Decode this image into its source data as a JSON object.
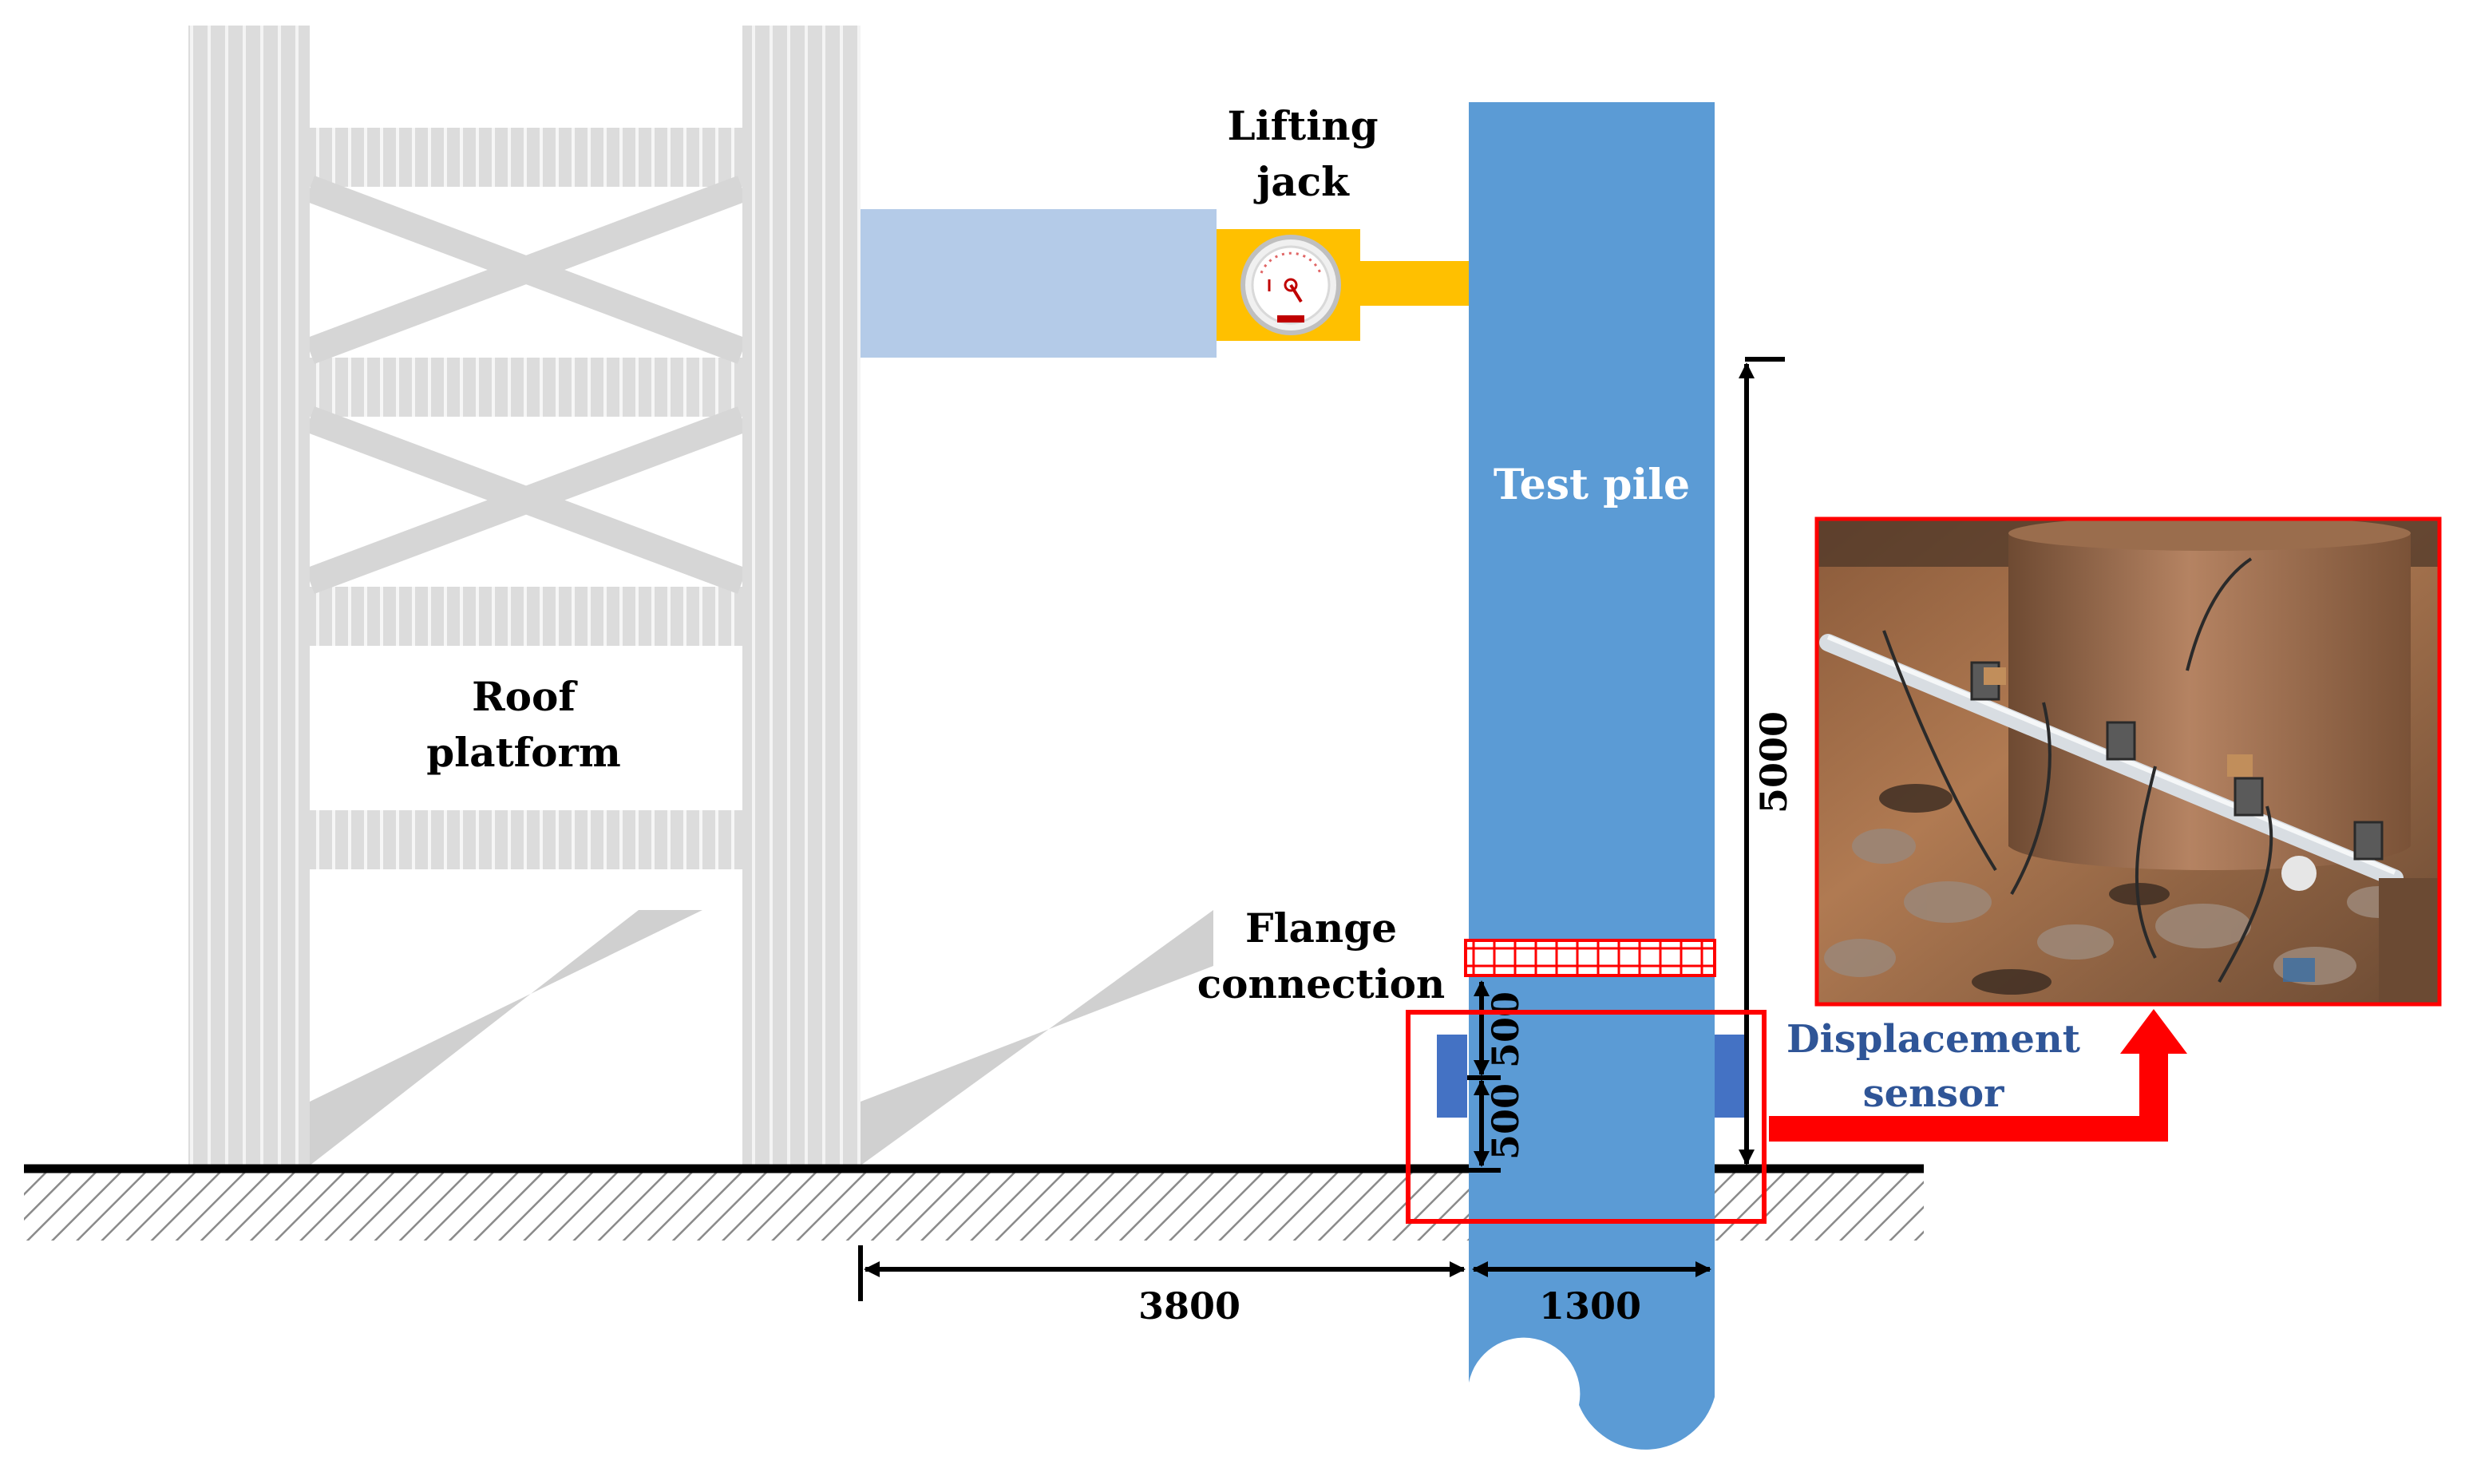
{
  "labels": {
    "roof_platform_line1": "Roof",
    "roof_platform_line2": "platform",
    "lifting_jack_line1": "Lifting",
    "lifting_jack_line2": "jack",
    "test_pile": "Test pile",
    "flange_line1": "Flange",
    "flange_line2": "connection",
    "displacement_line1": "Displacement",
    "displacement_line2": "sensor"
  },
  "dimensions": {
    "pile_height": "5000",
    "sensor_spacing_upper": "500",
    "sensor_spacing_lower": "500",
    "platform_to_pile": "3800",
    "pile_diameter": "1300"
  },
  "colors": {
    "pile": "#5b9bd5",
    "jack": "#ffc000",
    "beam": "#b4cbe8",
    "frame": "#d9d9d9",
    "sensor": "#4472c4",
    "highlight": "#ff0000",
    "ground": "#000000",
    "label_white": "#ffffff",
    "sensor_label": "#2f5597"
  },
  "icons": {
    "gauge": "pressure-gauge-icon",
    "photo": "field-photo-sensors-on-pile"
  }
}
